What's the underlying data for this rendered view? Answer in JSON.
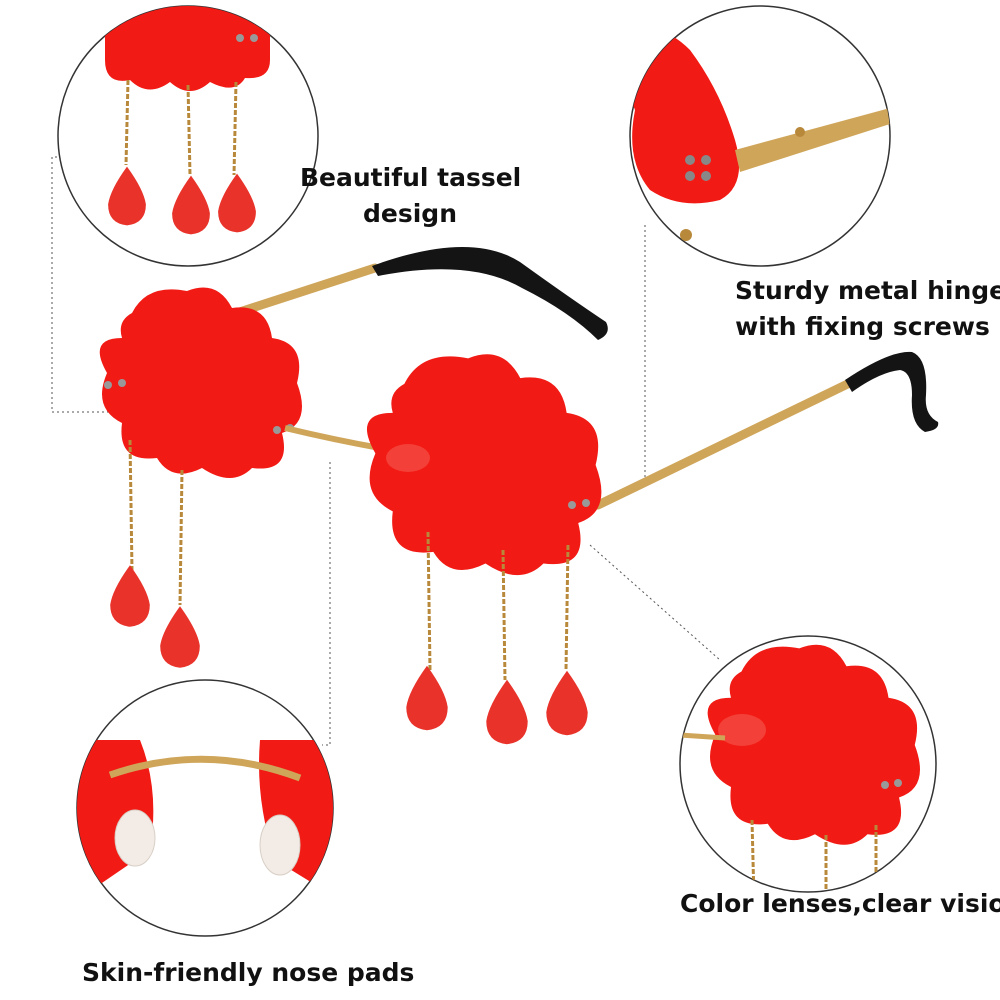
{
  "callouts": {
    "tassel": {
      "line1": "Beautiful tassel",
      "line2": "design"
    },
    "hinge": {
      "line1": "Sturdy metal hinge",
      "line2": "with fixing screws"
    },
    "lenses": {
      "text": "Color lenses,clear vision"
    },
    "nose_pads": {
      "text": "Skin-friendly nose pads"
    }
  },
  "colors": {
    "lens_red": "#f21a14",
    "lens_dark": "#c4100c",
    "metal_gold": "#cfa55a",
    "tip_black": "#141414",
    "drop_red": "#e8322a"
  },
  "icons": {
    "product": "cloud-rain-sunglasses"
  }
}
